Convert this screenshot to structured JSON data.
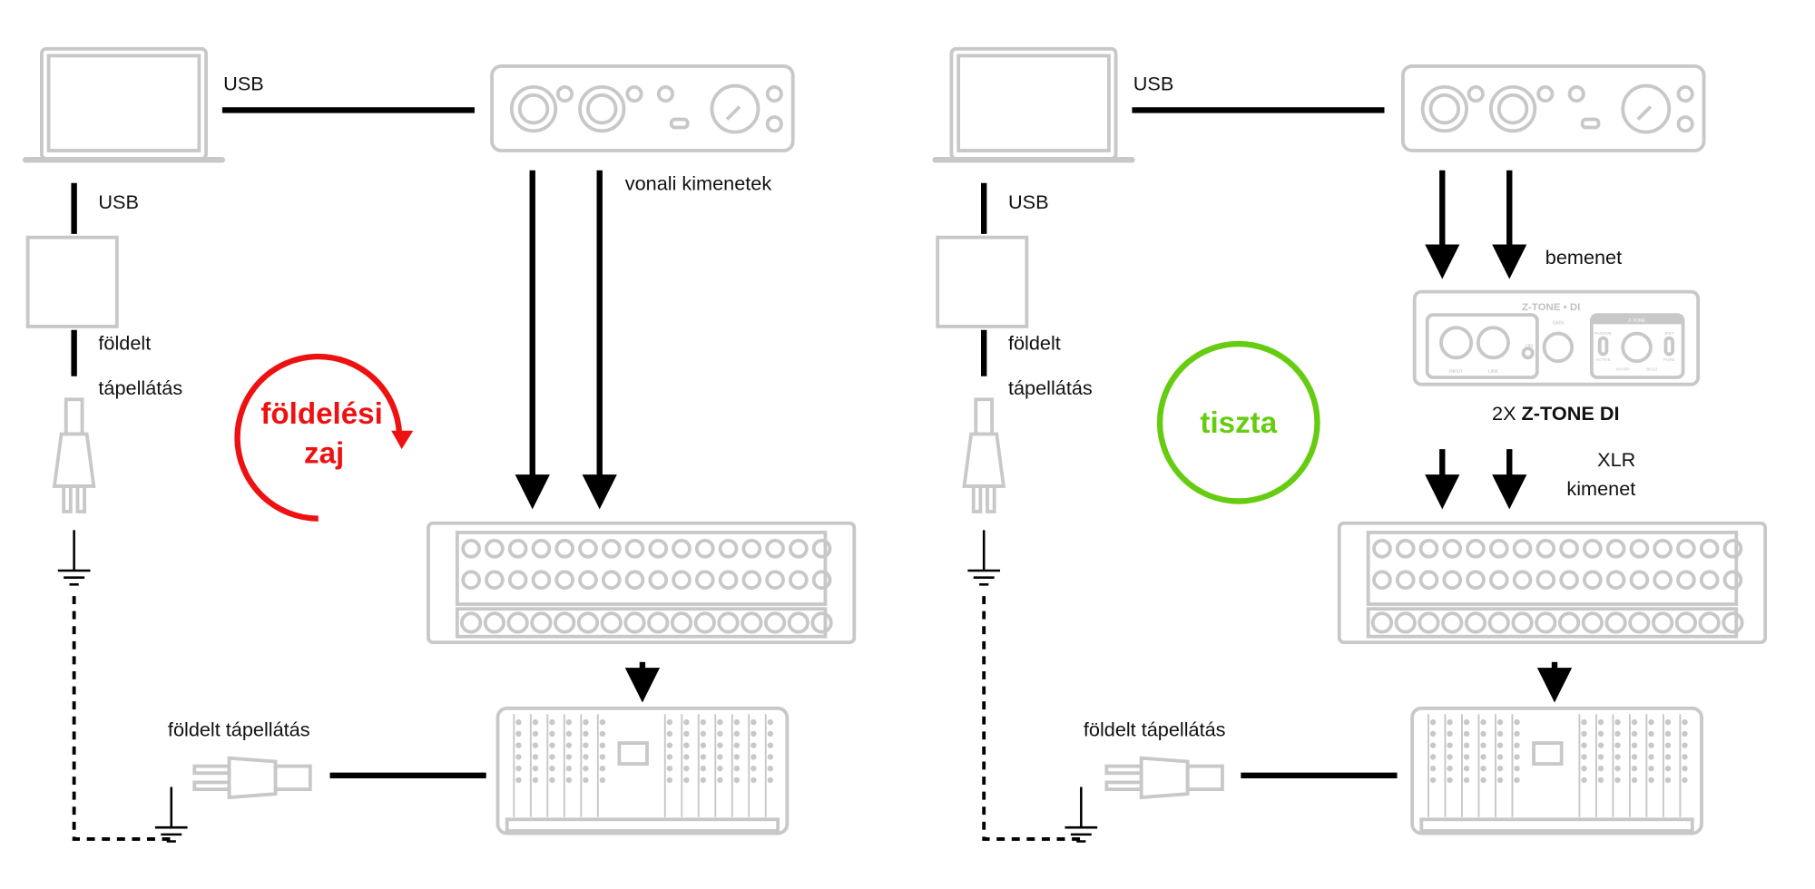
{
  "colors": {
    "device": "#c8c8c8",
    "noise": "#ee1111",
    "clean": "#66cc11",
    "wire": "#000000"
  },
  "left": {
    "usb_top": "USB",
    "usb_side": "USB",
    "line_outputs": "vonali kimenetek",
    "grounded_power_1": "földelt",
    "grounded_power_2": "tápellátás",
    "loop_1": "földelési",
    "loop_2": "zaj",
    "mixer_power": "földelt tápellátás"
  },
  "right": {
    "usb_top": "USB",
    "usb_side": "USB",
    "input": "bemenet",
    "grounded_power_1": "földelt",
    "grounded_power_2": "tápellátás",
    "clean": "tiszta",
    "di_count": "2X",
    "di_name": "Z-TONE DI",
    "di_panel": {
      "brand": "Z-TONE • DI",
      "gain": "GAIN",
      "on": "ON",
      "input": "INPUT",
      "link": "LINK",
      "ztone": "Z-TONE",
      "passive": "PASSIVE",
      "active": "ACTIVE",
      "jfet": "JFET",
      "pure": "PURE",
      "sharp": "SHARP",
      "bold": "BOLD"
    },
    "xlr_1": "XLR",
    "xlr_2": "kimenet",
    "mixer_power": "földelt tápellátás"
  }
}
